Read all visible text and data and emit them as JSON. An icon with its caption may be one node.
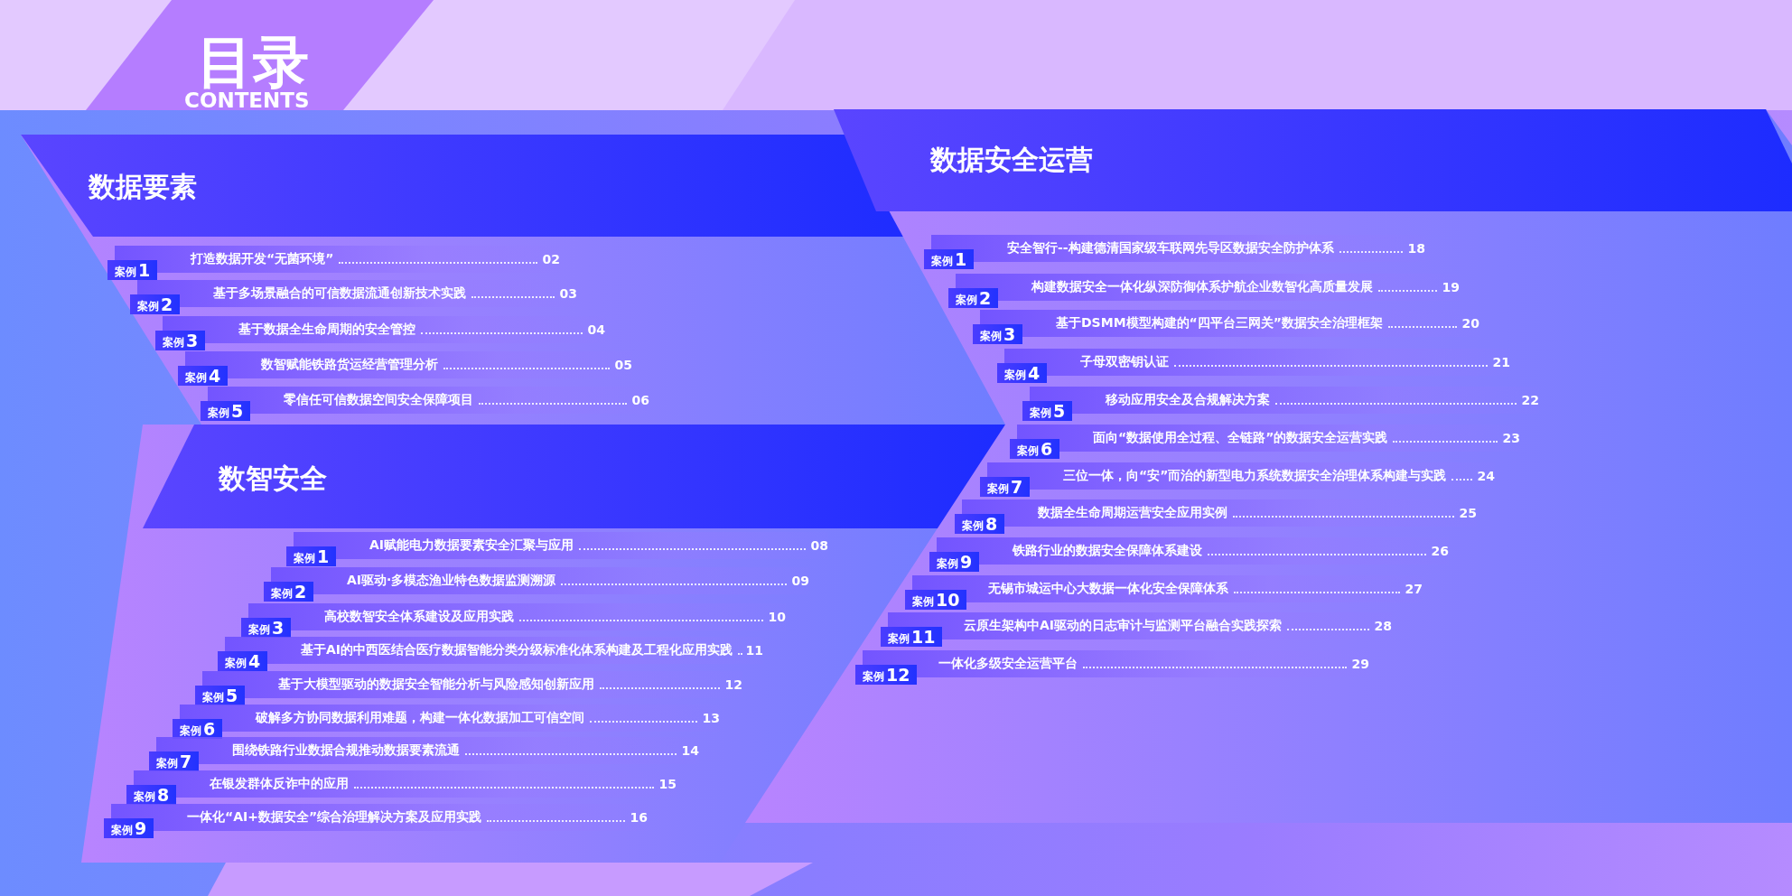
{
  "diagram": {
    "title": "目录",
    "labels": [
      "CONTENTS"
    ],
    "nodes": [
      {
        "text": [
          "数据要素"
        ]
      },
      {
        "text": [
          "案例",
          "1",
          "打造数据开发“无菌环境”",
          "02"
        ],
        "in": 0
      },
      {
        "text": [
          "案例",
          "2",
          "基于多场景融合的可信数据流通创新技术实践",
          "03"
        ],
        "in": 0
      },
      {
        "text": [
          "案例",
          "3",
          "基于数据全生命周期的安全管控",
          "04"
        ],
        "in": 0
      },
      {
        "text": [
          "案例",
          "4",
          "数智赋能铁路货运经营管理分析",
          "05"
        ],
        "in": 0
      },
      {
        "text": [
          "案例",
          "5",
          "零信任可信数据空间安全保障项目",
          "06"
        ],
        "in": 0
      },
      {
        "text": [
          "数智安全"
        ]
      },
      {
        "text": [
          "案例",
          "1",
          "AI赋能电力数据要素安全汇聚与应用",
          "08"
        ],
        "in": 6
      },
      {
        "text": [
          "案例",
          "2",
          "AI驱动·多模态渔业特色数据监测溯源",
          "09"
        ],
        "in": 6
      },
      {
        "text": [
          "案例",
          "3",
          "高校数智安全体系建设及应用实践",
          "10"
        ],
        "in": 6
      },
      {
        "text": [
          "案例",
          "4",
          "基于AI的中西医结合医疗数据智能分类分级标准化体系构建及工程化应用实践",
          "11"
        ],
        "in": 6
      },
      {
        "text": [
          "案例",
          "5",
          "基于大模型驱动的数据安全智能分析与风险感知创新应用",
          "12"
        ],
        "in": 6
      },
      {
        "text": [
          "案例",
          "6",
          "破解多方协同数据利用难题，构建一体化数据加工可信空间",
          "13"
        ],
        "in": 6
      },
      {
        "text": [
          "案例",
          "7",
          "围绕铁路行业数据合规推动数据要素流通",
          "14"
        ],
        "in": 6
      },
      {
        "text": [
          "案例",
          "8",
          "在银发群体反诈中的应用",
          "15"
        ],
        "in": 6
      },
      {
        "text": [
          "案例",
          "9",
          "一体化“AI+数据安全”综合治理解决方案及应用实践",
          "16"
        ],
        "in": 6
      },
      {
        "text": [
          "数据安全运营"
        ]
      },
      {
        "text": [
          "案例",
          "1",
          "安全智行--构建德清国家级车联网先导区数据安全防护体系",
          "18"
        ],
        "in": 16
      },
      {
        "text": [
          "案例",
          "2",
          "构建数据安全一体化纵深防御体系护航企业数智化高质量发展",
          "19"
        ],
        "in": 16
      },
      {
        "text": [
          "案例",
          "3",
          "基于DSMM模型构建的“四平台三网关”数据安全治理框架",
          "20"
        ],
        "in": 16
      },
      {
        "text": [
          "案例",
          "4",
          "子母双密钥认证",
          "21"
        ],
        "in": 16
      },
      {
        "text": [
          "案例",
          "5",
          "移动应用安全及合规解决方案",
          "22"
        ],
        "in": 16
      },
      {
        "text": [
          "案例",
          "6",
          "面向“数据使用全过程、全链路”的数据安全运营实践",
          "23"
        ],
        "in": 16
      },
      {
        "text": [
          "案例",
          "7",
          "三位一体，向“安”而治的新型电力系统数据安全治理体系构建与实践",
          "24"
        ],
        "in": 16
      },
      {
        "text": [
          "案例",
          "8",
          "数据全生命周期运营安全应用实例",
          "25"
        ],
        "in": 16
      },
      {
        "text": [
          "案例",
          "9",
          "铁路行业的数据安全保障体系建设",
          "26"
        ],
        "in": 16
      },
      {
        "text": [
          "案例",
          "10",
          "无锡市城运中心大数据一体化安全保障体系",
          "27"
        ],
        "in": 16
      },
      {
        "text": [
          "案例",
          "11",
          "云原生架构中AI驱动的日志审计与监测平台融合实践探索",
          "28"
        ],
        "in": 16
      },
      {
        "text": [
          "案例",
          "12",
          "一体化多级安全运营平台",
          "29"
        ],
        "in": 16
      }
    ]
  }
}
